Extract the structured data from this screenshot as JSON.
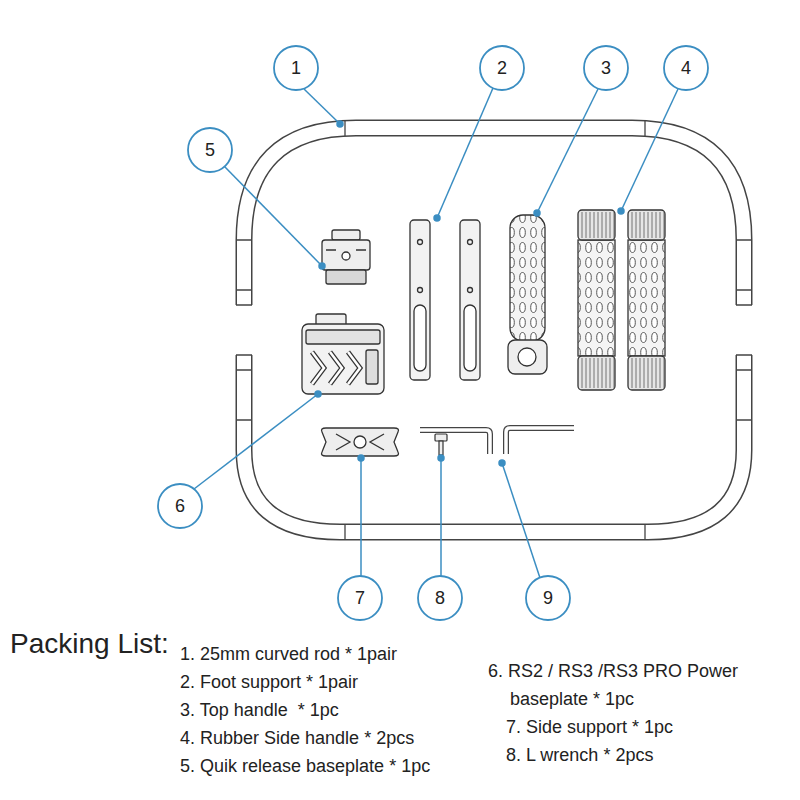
{
  "diagram": {
    "title": "Packing List:",
    "labels": [
      "1",
      "2",
      "3",
      "4",
      "5",
      "6",
      "7",
      "8",
      "9",
      "1. 25mm curved rod * 1pair",
      "2. Foot support * 1pair",
      "3. Top handle  * 1pc",
      "4. Rubber Side handle * 2pcs",
      "5. Quik release baseplate * 1pc",
      "6. RS2 / RS3 /RS3 PRO Power baseplate * 1pc",
      "7. Side support * 1pc",
      "8. L wrench * 2pcs"
    ]
  }
}
